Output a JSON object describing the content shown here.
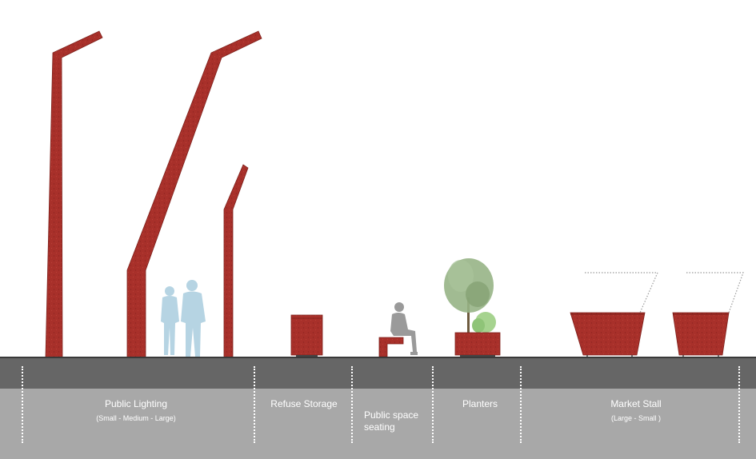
{
  "categories": [
    {
      "label": "Public Lighting",
      "sublabel": "(Small - Medium - Large)"
    },
    {
      "label": "Refuse Storage"
    },
    {
      "label": "Public space\nseating"
    },
    {
      "label": "Planters"
    },
    {
      "label": "Market Stall",
      "sublabel": "(Large - Small )"
    }
  ],
  "colors": {
    "corten": "#a8302a",
    "corten_dark": "#7e211c",
    "figure_blue": "#b6d4e3",
    "figure_grey": "#9a9a9a",
    "band_dark": "#666666",
    "band_light": "#a8a8a8",
    "tree": "#8fae7a"
  }
}
